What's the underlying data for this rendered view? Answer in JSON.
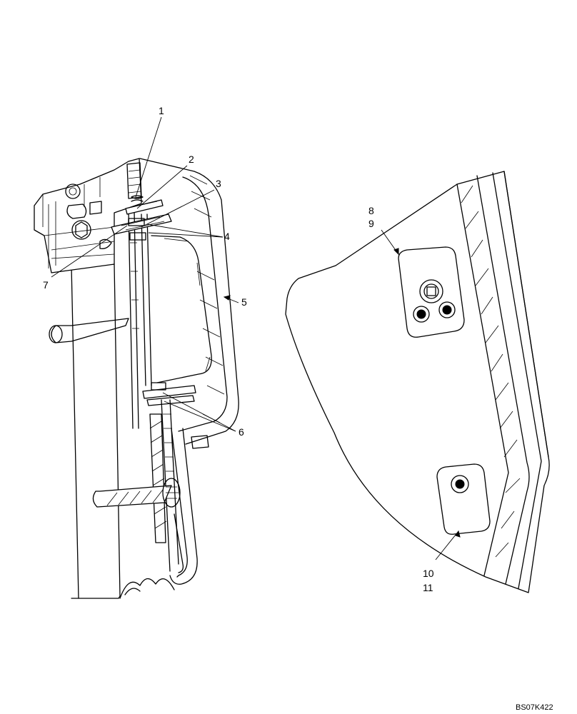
{
  "callouts": [
    {
      "id": "1",
      "text": "1"
    },
    {
      "id": "2",
      "text": "2"
    },
    {
      "id": "3",
      "text": "3"
    },
    {
      "id": "4",
      "text": "4"
    },
    {
      "id": "5",
      "text": "5"
    },
    {
      "id": "6",
      "text": "6"
    },
    {
      "id": "7",
      "text": "7"
    },
    {
      "id": "8",
      "text": "8"
    },
    {
      "id": "9",
      "text": "9"
    },
    {
      "id": "10",
      "text": "10"
    },
    {
      "id": "11",
      "text": "11"
    }
  ],
  "drawing_code": "BS07K422"
}
